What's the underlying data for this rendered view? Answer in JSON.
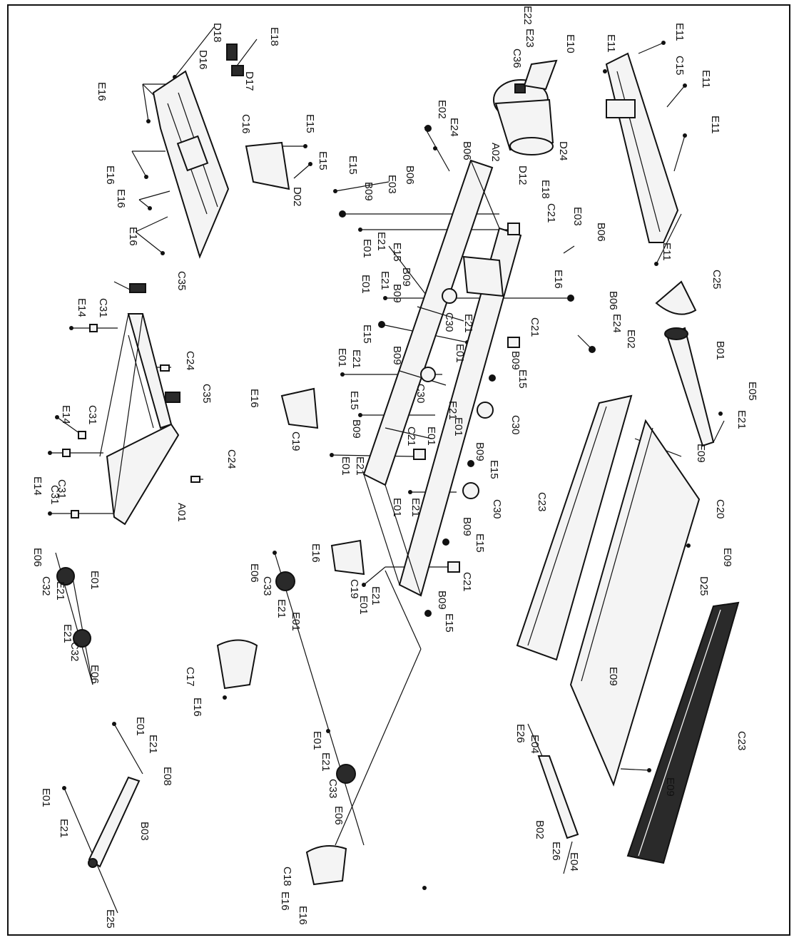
{
  "callouts": [
    {
      "id": "l01",
      "text": "D18"
    },
    {
      "id": "l02",
      "text": "E18"
    },
    {
      "id": "l03",
      "text": "D16"
    },
    {
      "id": "l04",
      "text": "D17"
    },
    {
      "id": "l05",
      "text": "E16"
    },
    {
      "id": "l06",
      "text": "C16"
    },
    {
      "id": "l07",
      "text": "E16"
    },
    {
      "id": "l08",
      "text": "E16"
    },
    {
      "id": "l09",
      "text": "E16"
    },
    {
      "id": "l10",
      "text": "E15"
    },
    {
      "id": "l11",
      "text": "E15"
    },
    {
      "id": "l12",
      "text": "D02"
    },
    {
      "id": "l13",
      "text": "E22"
    },
    {
      "id": "l14",
      "text": "E23"
    },
    {
      "id": "l15",
      "text": "C36"
    },
    {
      "id": "l16",
      "text": "E10"
    },
    {
      "id": "l17",
      "text": "E11"
    },
    {
      "id": "l18",
      "text": "E11"
    },
    {
      "id": "l19",
      "text": "C15"
    },
    {
      "id": "l20",
      "text": "E11"
    },
    {
      "id": "l21",
      "text": "E11"
    },
    {
      "id": "l22",
      "text": "E11"
    },
    {
      "id": "l23",
      "text": "D24"
    },
    {
      "id": "l24",
      "text": "E02"
    },
    {
      "id": "l25",
      "text": "E24"
    },
    {
      "id": "l26",
      "text": "B06"
    },
    {
      "id": "l27",
      "text": "A02"
    },
    {
      "id": "l28",
      "text": "E15"
    },
    {
      "id": "l29",
      "text": "B06"
    },
    {
      "id": "l30",
      "text": "E03"
    },
    {
      "id": "l31",
      "text": "B09"
    },
    {
      "id": "l32",
      "text": "D12"
    },
    {
      "id": "l33",
      "text": "E18"
    },
    {
      "id": "l34",
      "text": "C21"
    },
    {
      "id": "l35",
      "text": "E03"
    },
    {
      "id": "l36",
      "text": "B06"
    },
    {
      "id": "l37",
      "text": "E01"
    },
    {
      "id": "l38",
      "text": "E21"
    },
    {
      "id": "l39",
      "text": "E15"
    },
    {
      "id": "l40",
      "text": "B09"
    },
    {
      "id": "l41",
      "text": "E16"
    },
    {
      "id": "l42",
      "text": "C25"
    },
    {
      "id": "l43",
      "text": "E01"
    },
    {
      "id": "l44",
      "text": "E21"
    },
    {
      "id": "l45",
      "text": "B09"
    },
    {
      "id": "l46",
      "text": "C30"
    },
    {
      "id": "l47",
      "text": "E21"
    },
    {
      "id": "l48",
      "text": "B06"
    },
    {
      "id": "l49",
      "text": "C21"
    },
    {
      "id": "l50",
      "text": "E24"
    },
    {
      "id": "l51",
      "text": "E02"
    },
    {
      "id": "l52",
      "text": "E01"
    },
    {
      "id": "l53",
      "text": "E15"
    },
    {
      "id": "l54",
      "text": "B09"
    },
    {
      "id": "l55",
      "text": "B09"
    },
    {
      "id": "l56",
      "text": "E15"
    },
    {
      "id": "l57",
      "text": "B01"
    },
    {
      "id": "l58",
      "text": "E01"
    },
    {
      "id": "l59",
      "text": "E21"
    },
    {
      "id": "l60",
      "text": "C30"
    },
    {
      "id": "l61",
      "text": "E01"
    },
    {
      "id": "l62",
      "text": "E05"
    },
    {
      "id": "l63",
      "text": "E21"
    },
    {
      "id": "l64",
      "text": "C35"
    },
    {
      "id": "l65",
      "text": "E14"
    },
    {
      "id": "l66",
      "text": "C31"
    },
    {
      "id": "l67",
      "text": "C24"
    },
    {
      "id": "l68",
      "text": "C35"
    },
    {
      "id": "l69",
      "text": "E16"
    },
    {
      "id": "l70",
      "text": "C19"
    },
    {
      "id": "l71",
      "text": "E15"
    },
    {
      "id": "l72",
      "text": "B09"
    },
    {
      "id": "l73",
      "text": "E21"
    },
    {
      "id": "l74",
      "text": "C30"
    },
    {
      "id": "l75",
      "text": "C21"
    },
    {
      "id": "l76",
      "text": "E01"
    },
    {
      "id": "l77",
      "text": "E09"
    },
    {
      "id": "l78",
      "text": "E14"
    },
    {
      "id": "l79",
      "text": "C31"
    },
    {
      "id": "l80",
      "text": "C31"
    },
    {
      "id": "l81",
      "text": "C24"
    },
    {
      "id": "l82",
      "text": "E14"
    },
    {
      "id": "l83",
      "text": "C31"
    },
    {
      "id": "l84",
      "text": "E01"
    },
    {
      "id": "l85",
      "text": "E21"
    },
    {
      "id": "l86",
      "text": "B09"
    },
    {
      "id": "l87",
      "text": "E15"
    },
    {
      "id": "l88",
      "text": "C23"
    },
    {
      "id": "l89",
      "text": "C20"
    },
    {
      "id": "l90",
      "text": "A01"
    },
    {
      "id": "l91",
      "text": "E01"
    },
    {
      "id": "l92",
      "text": "E21"
    },
    {
      "id": "l93",
      "text": "C30"
    },
    {
      "id": "l94",
      "text": "B09"
    },
    {
      "id": "l95",
      "text": "E15"
    },
    {
      "id": "l96",
      "text": "E16"
    },
    {
      "id": "l97",
      "text": "E06"
    },
    {
      "id": "l98",
      "text": "C32"
    },
    {
      "id": "l99",
      "text": "E21"
    },
    {
      "id": "l100",
      "text": "E01"
    },
    {
      "id": "l101",
      "text": "E21"
    },
    {
      "id": "l102",
      "text": "C32"
    },
    {
      "id": "l103",
      "text": "E06"
    },
    {
      "id": "l104",
      "text": "E06"
    },
    {
      "id": "l105",
      "text": "C33"
    },
    {
      "id": "l106",
      "text": "E21"
    },
    {
      "id": "l107",
      "text": "E01"
    },
    {
      "id": "l108",
      "text": "C19"
    },
    {
      "id": "l109",
      "text": "E21"
    },
    {
      "id": "l110",
      "text": "E01"
    },
    {
      "id": "l111",
      "text": "C21"
    },
    {
      "id": "l112",
      "text": "B09"
    },
    {
      "id": "l113",
      "text": "E15"
    },
    {
      "id": "l114",
      "text": "E09"
    },
    {
      "id": "l115",
      "text": "D25"
    },
    {
      "id": "l116",
      "text": "C17"
    },
    {
      "id": "l117",
      "text": "E16"
    },
    {
      "id": "l118",
      "text": "E09"
    },
    {
      "id": "l119",
      "text": "E01"
    },
    {
      "id": "l120",
      "text": "E21"
    },
    {
      "id": "l121",
      "text": "E08"
    },
    {
      "id": "l122",
      "text": "E01"
    },
    {
      "id": "l123",
      "text": "E21"
    },
    {
      "id": "l124",
      "text": "C33"
    },
    {
      "id": "l125",
      "text": "E06"
    },
    {
      "id": "l126",
      "text": "E26"
    },
    {
      "id": "l127",
      "text": "E04"
    },
    {
      "id": "l128",
      "text": "C23"
    },
    {
      "id": "l129",
      "text": "E09"
    },
    {
      "id": "l130",
      "text": "E01"
    },
    {
      "id": "l131",
      "text": "E21"
    },
    {
      "id": "l132",
      "text": "B03"
    },
    {
      "id": "l133",
      "text": "B02"
    },
    {
      "id": "l134",
      "text": "E26"
    },
    {
      "id": "l135",
      "text": "E04"
    },
    {
      "id": "l136",
      "text": "C18"
    },
    {
      "id": "l137",
      "text": "E16"
    },
    {
      "id": "l138",
      "text": "E16"
    },
    {
      "id": "l139",
      "text": "E25"
    }
  ]
}
